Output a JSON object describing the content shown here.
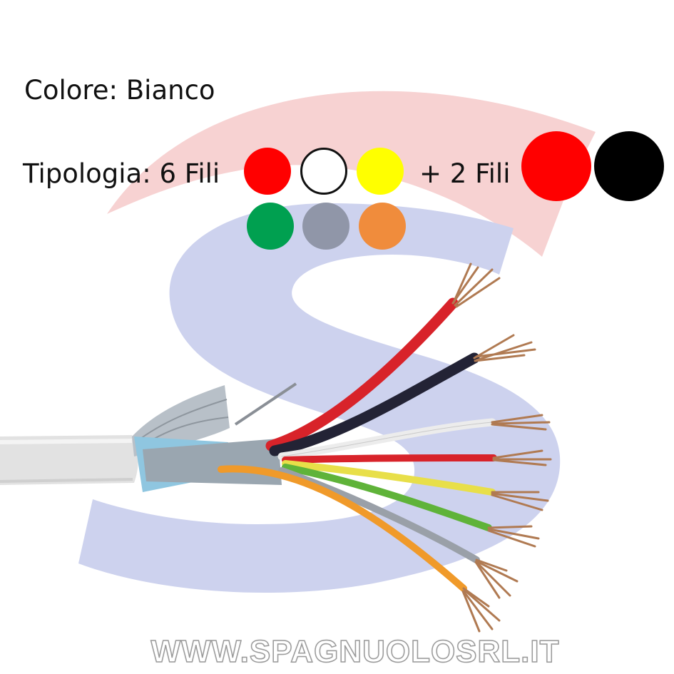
{
  "labels": {
    "colore": "Colore: Bianco",
    "tipologia": "Tipologia: 6 Fili",
    "extra": "+ 2 Fili"
  },
  "watermark": "WWW.SPAGNUOLOSRL.IT",
  "swatches_6_fili": [
    {
      "color": "#ff0000"
    },
    {
      "color": "#ffffff"
    },
    {
      "color": "#ffff00"
    },
    {
      "color": "#00a050"
    },
    {
      "color": "#9096a8"
    },
    {
      "color": "#f08c3c"
    }
  ],
  "swatches_2_fili": [
    {
      "color": "#ff0000"
    },
    {
      "color": "#000000"
    }
  ],
  "colors": {
    "logo_red": "#f7d2d2",
    "logo_blue": "#cdd2ee",
    "jacket": "#e2e2e2",
    "shield_foil": "#a7b3bd",
    "wire_red": "#d8232a",
    "wire_black": "#232335",
    "wire_white": "#ececec",
    "wire_yellow": "#e8df49",
    "wire_green": "#5fb339",
    "wire_grey": "#9aa0a8",
    "wire_orange": "#f09a2a",
    "copper": "#b07a52"
  }
}
